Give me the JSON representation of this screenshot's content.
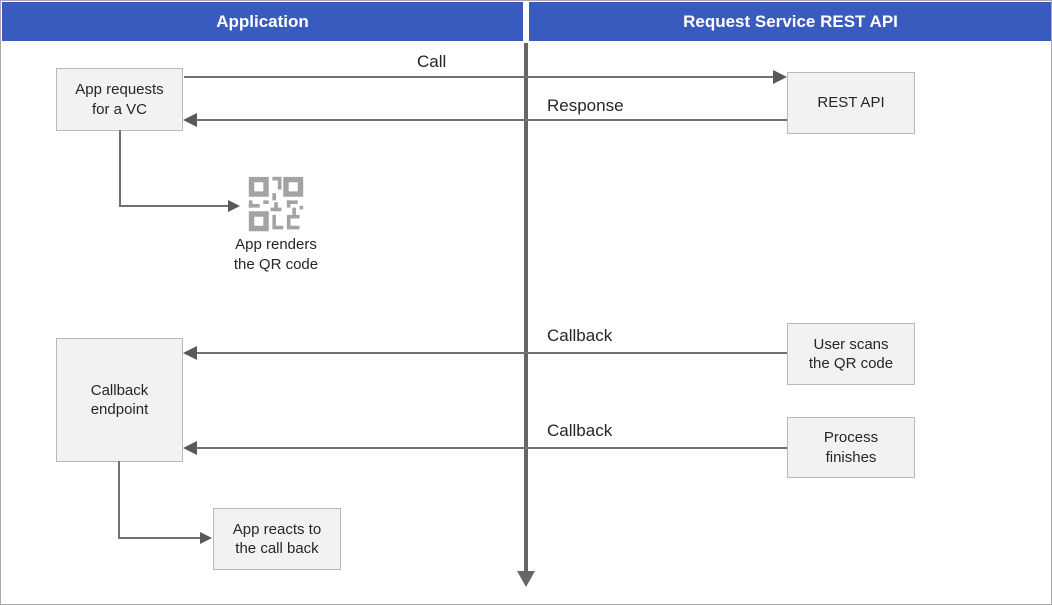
{
  "colors": {
    "accent": "#3a5bbe",
    "box_fill": "#f2f2f2",
    "box_border": "#b9b9b9",
    "line": "#707070",
    "arrow": "#595959",
    "qr": "#a3a3a3"
  },
  "headers": {
    "left": "Application",
    "right": "Request Service REST API"
  },
  "nodes": {
    "app_requests": {
      "label": "App requests\nfor a VC"
    },
    "rest_api": {
      "label": "REST API"
    },
    "qr_caption": {
      "label": "App renders\nthe QR code"
    },
    "callback_endpoint": {
      "label": "Callback\nendpoint"
    },
    "user_scans": {
      "label": "User scans\nthe QR code"
    },
    "process_finishes": {
      "label": "Process\nfinishes"
    },
    "app_reacts": {
      "label": "App reacts to\nthe call back"
    }
  },
  "messages": {
    "call": "Call",
    "response": "Response",
    "callback_top": "Callback",
    "callback_bottom": "Callback"
  },
  "icons": {
    "qr": "qr-code-icon",
    "lifeline_arrow": "arrow-down-icon"
  }
}
